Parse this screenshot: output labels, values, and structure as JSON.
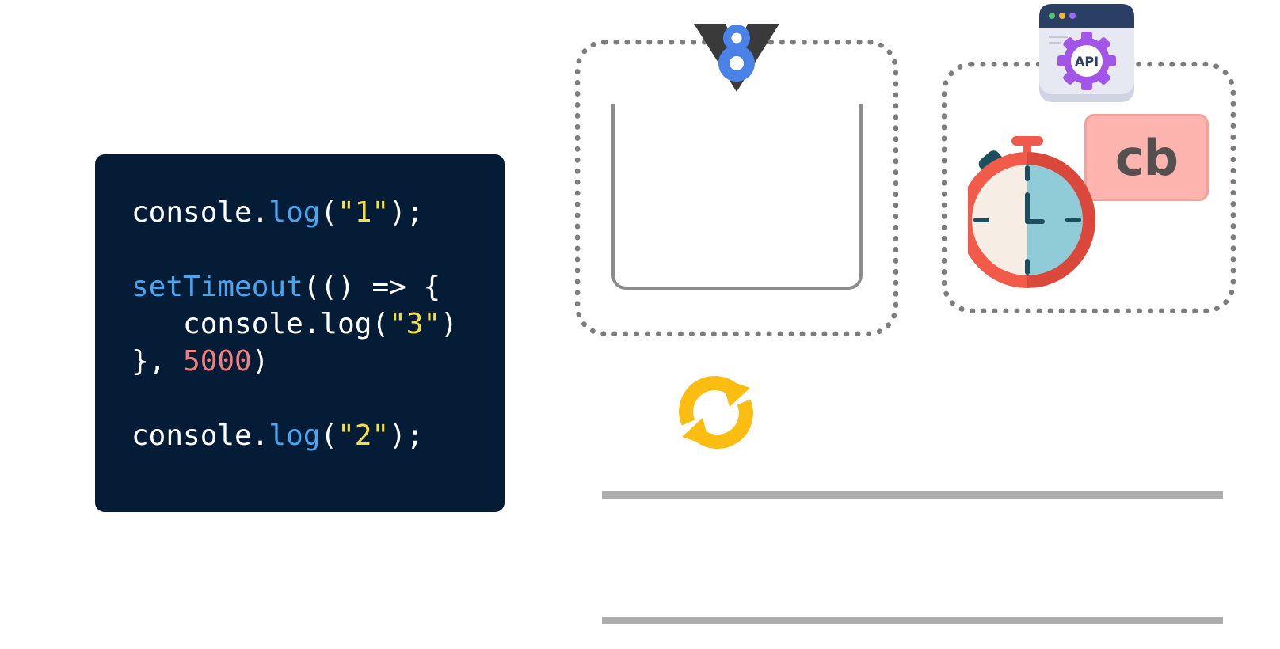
{
  "code": {
    "lines": [
      [
        {
          "t": "console.",
          "c": "white"
        },
        {
          "t": "log",
          "c": "blue"
        },
        {
          "t": "(",
          "c": "white"
        },
        {
          "t": "\"1\"",
          "c": "yellow"
        },
        {
          "t": ");",
          "c": "white"
        }
      ],
      [],
      [
        {
          "t": "setTimeout",
          "c": "blue"
        },
        {
          "t": "(() => {",
          "c": "white"
        }
      ],
      [
        {
          "t": "   console.log(",
          "c": "white"
        },
        {
          "t": "\"3\"",
          "c": "yellow"
        },
        {
          "t": ")",
          "c": "white"
        }
      ],
      [
        {
          "t": "}, ",
          "c": "white"
        },
        {
          "t": "5000",
          "c": "red"
        },
        {
          "t": ")",
          "c": "white"
        }
      ],
      [],
      [
        {
          "t": "console.",
          "c": "white"
        },
        {
          "t": "log",
          "c": "blue"
        },
        {
          "t": "(",
          "c": "white"
        },
        {
          "t": "\"2\"",
          "c": "yellow"
        },
        {
          "t": ");",
          "c": "white"
        }
      ]
    ]
  },
  "v8_logo": {
    "icon": "v8-logo-icon"
  },
  "web_api": {
    "label": "API",
    "icon": "api-gear-icon"
  },
  "timer": {
    "icon": "stopwatch-icon"
  },
  "callback": {
    "label": "cb"
  },
  "event_loop": {
    "icon": "refresh-loop-icon"
  },
  "colors": {
    "code_bg": "#041c36",
    "string": "#f5e04a",
    "function": "#4aa5f0",
    "number": "#f07f7f",
    "dashed_border": "#7d7d7d",
    "loop": "#fbbd11",
    "cb_badge": "#ffb4b0"
  }
}
